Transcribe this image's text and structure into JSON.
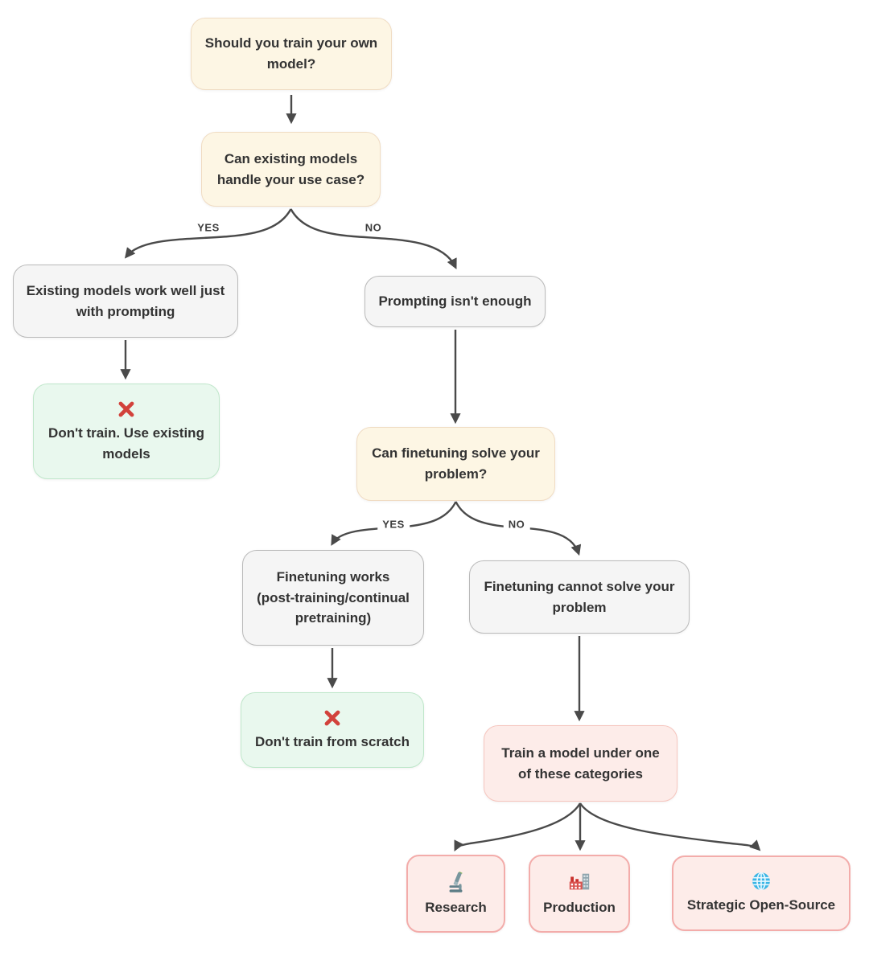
{
  "nodes": {
    "q_train_own": {
      "label": "Should you train your own\nmodel?"
    },
    "q_existing_models": {
      "label": "Can existing models\nhandle your use case?"
    },
    "existing_work": {
      "label": "Existing models work well just\nwith prompting"
    },
    "prompting_not_enough": {
      "label": "Prompting isn't enough"
    },
    "dont_train_use_existing": {
      "label": "Don't train. Use existing\nmodels",
      "icon": "x-mark-icon"
    },
    "q_finetuning": {
      "label": "Can finetuning solve your\nproblem?"
    },
    "finetuning_works": {
      "label": "Finetuning works\n(post-training/continual\npretraining)"
    },
    "finetuning_cannot": {
      "label": "Finetuning cannot solve your\nproblem"
    },
    "dont_train_scratch": {
      "label": "Don't train from scratch",
      "icon": "x-mark-icon"
    },
    "train_categories": {
      "label": "Train a model under one\nof these categories"
    },
    "research": {
      "label": "Research",
      "icon": "microscope-icon"
    },
    "production": {
      "label": "Production",
      "icon": "factory-icon"
    },
    "open_source": {
      "label": "Strategic Open-Source",
      "icon": "globe-icon"
    }
  },
  "edge_labels": {
    "yes1": "YES",
    "no1": "NO",
    "yes2": "YES",
    "no2": "NO"
  },
  "colors": {
    "question_bg": "#fdf6e4",
    "question_border": "#f0dcc3",
    "neutral_bg": "#f5f5f5",
    "neutral_border": "#bababa",
    "stop_bg": "#e9f8ee",
    "stop_border": "#bfe7ca",
    "action_bg": "#fdece9",
    "action_border": "#f6c5be",
    "category_border": "#f3acaa",
    "text": "#333333",
    "connector": "#4a4a4a",
    "x_mark": "#d2423b"
  }
}
